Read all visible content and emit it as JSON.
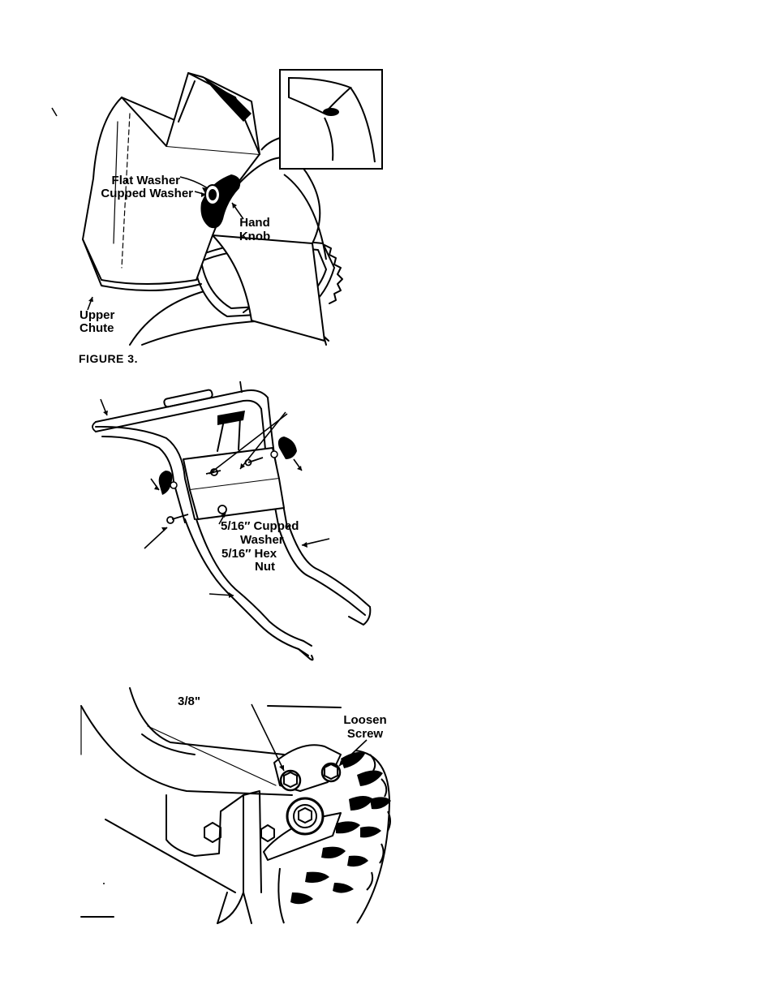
{
  "figure3": {
    "caption": "FIGURE 3.",
    "labels": {
      "flat_washer": "Flat Washer",
      "cupped_washer": "Cupped Washer",
      "hand_knob_1": "Hand",
      "hand_knob_2": "Knob",
      "upper_chute_1": "Upper",
      "upper_chute_2": "Chute"
    }
  },
  "handle_figure": {
    "labels": {
      "cupped_washer_1": "5/16″ Cupped",
      "cupped_washer_2": "Washer",
      "hex_nut_1": "5/16″ Hex",
      "hex_nut_2": "Nut"
    }
  },
  "wheel_figure": {
    "labels": {
      "size": "3/8\"",
      "loosen_1": "Loosen",
      "loosen_2": "Screw"
    }
  }
}
